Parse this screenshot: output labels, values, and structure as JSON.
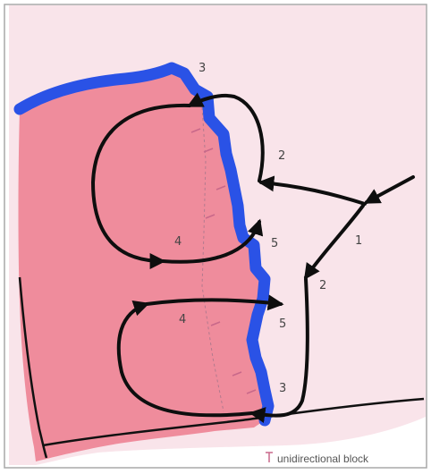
{
  "colors": {
    "background_tissue": "#f9e4ea",
    "infarct_tissue": "#ef8c9c",
    "boundary": "#2a52e6",
    "arrow": "#0e0e0e",
    "block_marker": "#c8688a",
    "legend_text": "#555555",
    "frame": "#a9a9a9"
  },
  "numbers": {
    "n1": "1",
    "n2_upper": "2",
    "n2_lower": "2",
    "n3_top": "3",
    "n3_bottom": "3",
    "n4_upper": "4",
    "n4_lower": "4",
    "n5_upper": "5",
    "n5_lower": "5"
  },
  "legend": {
    "label": "unidirectional block",
    "icon": "t-block-marker-icon"
  }
}
